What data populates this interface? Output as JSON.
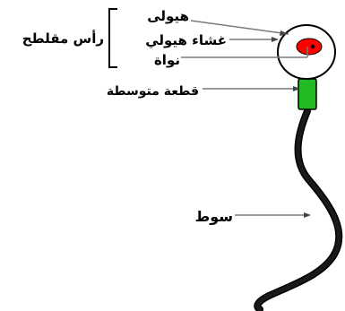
{
  "labels": {
    "cytoplasm": "هيولى",
    "cell_membrane": "غشاء هيولي",
    "nucleus": "نواة",
    "head_group": "رأس مقلطح",
    "midpiece": "قطعة متوسطة",
    "tail": "سوط"
  },
  "colors": {
    "nucleus": "#ff0000",
    "midpiece": "#22bb22",
    "outline": "#000000",
    "arrow": "#7a7a7a"
  }
}
